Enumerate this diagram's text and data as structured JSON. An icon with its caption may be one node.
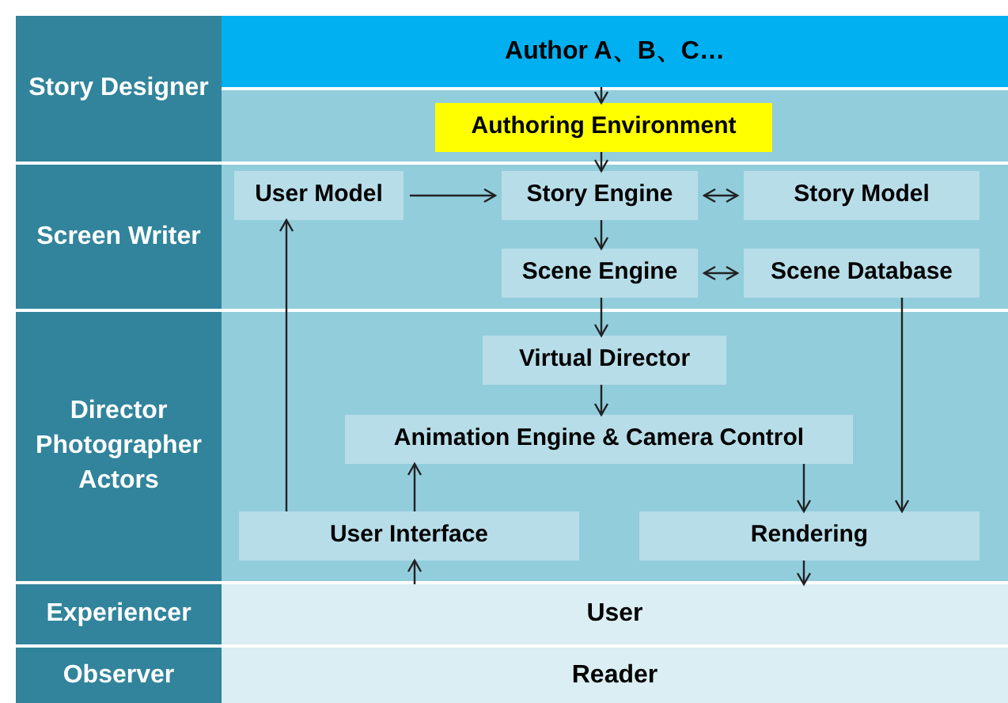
{
  "diagram": {
    "nodes": [
      {
        "text": [
          "Story Designer"
        ]
      },
      {
        "text": [
          "Screen Writer"
        ]
      },
      {
        "text": [
          "Director Photographer Actors"
        ]
      },
      {
        "text": [
          "Experiencer"
        ]
      },
      {
        "text": [
          "Observer"
        ]
      },
      {
        "text": [
          "Author A、B、C…"
        ]
      },
      {
        "text": [
          "Authoring Environment"
        ]
      },
      {
        "text": [
          "User Model"
        ]
      },
      {
        "text": [
          "Story Engine"
        ]
      },
      {
        "text": [
          "Story Model"
        ]
      },
      {
        "text": [
          "Scene Engine"
        ]
      },
      {
        "text": [
          "Scene Database"
        ]
      },
      {
        "text": [
          "Virtual Director"
        ]
      },
      {
        "text": [
          "Animation Engine & Camera Control"
        ]
      },
      {
        "text": [
          "User Interface"
        ]
      },
      {
        "text": [
          "Rendering"
        ]
      },
      {
        "text": [
          "User"
        ]
      },
      {
        "text": [
          "Reader"
        ]
      }
    ],
    "edges": [
      {
        "from": 5,
        "to": 6,
        "arrow": "to"
      },
      {
        "from": 6,
        "to": 8,
        "arrow": "to"
      },
      {
        "from": 7,
        "to": 8,
        "arrow": "to"
      },
      {
        "from": 8,
        "to": 9,
        "arrow": "both"
      },
      {
        "from": 8,
        "to": 10,
        "arrow": "to"
      },
      {
        "from": 10,
        "to": 11,
        "arrow": "both"
      },
      {
        "from": 10,
        "to": 12,
        "arrow": "to"
      },
      {
        "from": 12,
        "to": 13,
        "arrow": "to"
      },
      {
        "from": 14,
        "to": 7,
        "arrow": "to"
      },
      {
        "from": 14,
        "to": 13,
        "arrow": "to"
      },
      {
        "from": 13,
        "to": 15,
        "arrow": "to"
      },
      {
        "from": 11,
        "to": 15,
        "arrow": "to"
      },
      {
        "from": 15,
        "to": 16,
        "arrow": "to"
      },
      {
        "from": 16,
        "to": 14,
        "arrow": "to"
      }
    ]
  }
}
